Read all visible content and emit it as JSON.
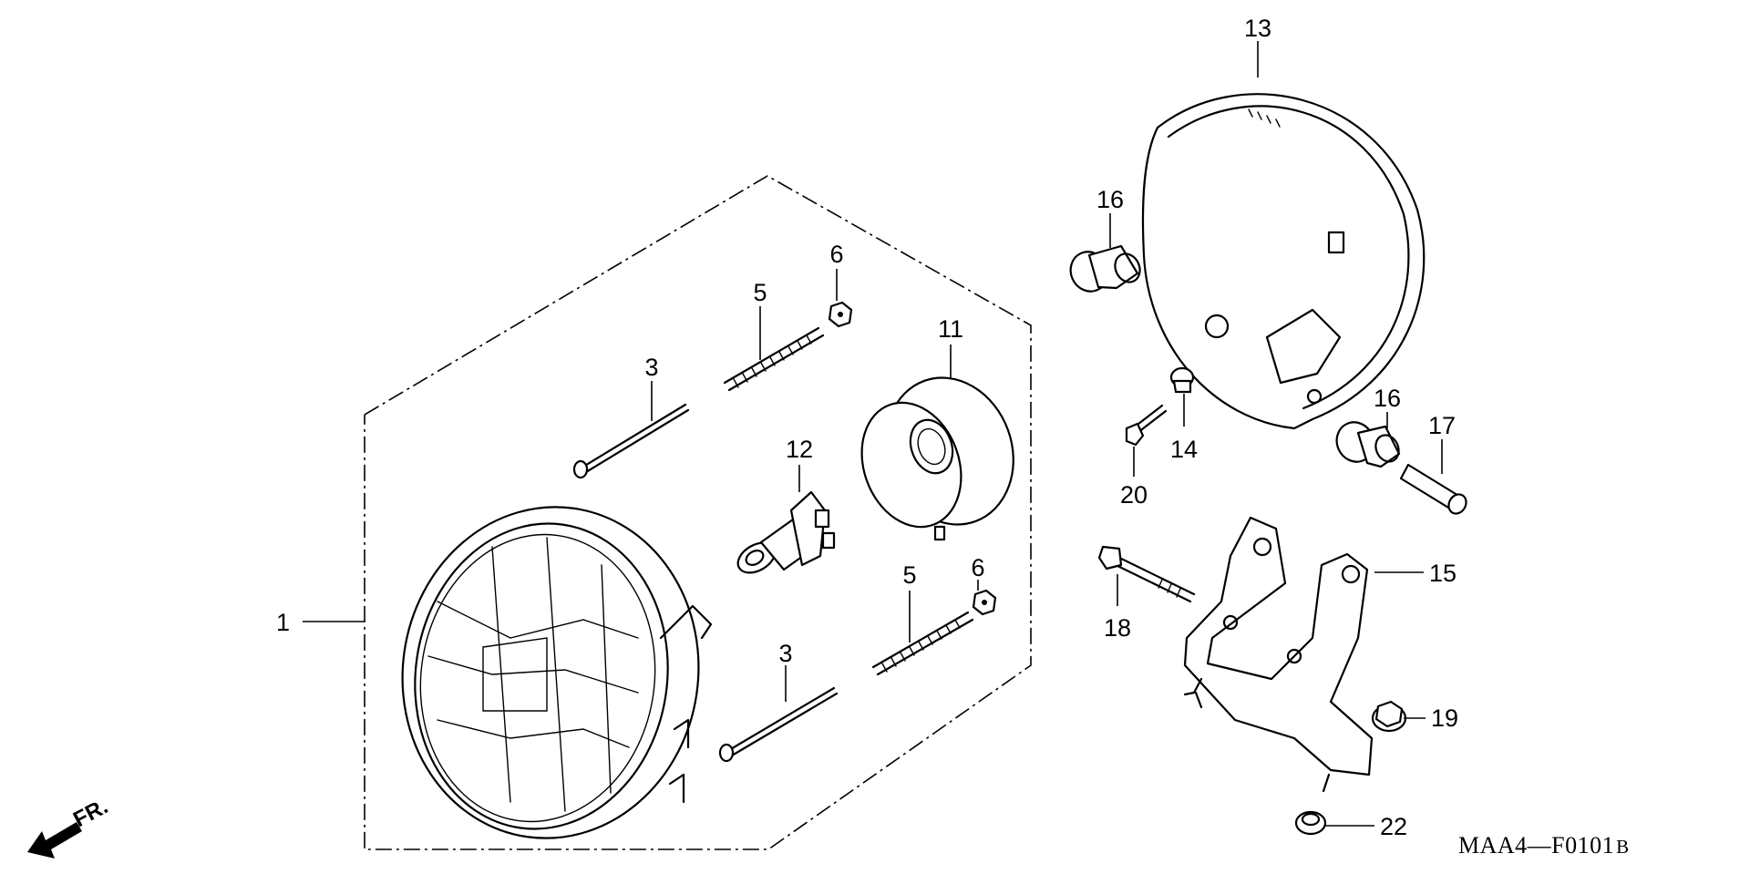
{
  "parts": [
    {
      "id": "p1",
      "label": "1",
      "name": "headlight-unit"
    },
    {
      "id": "p3a",
      "label": "3",
      "name": "adjust-screw-upper"
    },
    {
      "id": "p3b",
      "label": "3",
      "name": "adjust-screw-lower"
    },
    {
      "id": "p5a",
      "label": "5",
      "name": "spring-upper"
    },
    {
      "id": "p5b",
      "label": "5",
      "name": "spring-lower"
    },
    {
      "id": "p6a",
      "label": "6",
      "name": "nut-upper"
    },
    {
      "id": "p6b",
      "label": "6",
      "name": "nut-lower"
    },
    {
      "id": "p11",
      "label": "11",
      "name": "bulb-cover"
    },
    {
      "id": "p12",
      "label": "12",
      "name": "bulb"
    },
    {
      "id": "p13",
      "label": "13",
      "name": "headlight-case"
    },
    {
      "id": "p14",
      "label": "14",
      "name": "bolt"
    },
    {
      "id": "p15",
      "label": "15",
      "name": "headlight-stay"
    },
    {
      "id": "p16a",
      "label": "16",
      "name": "collar-upper"
    },
    {
      "id": "p16b",
      "label": "16",
      "name": "collar-lower"
    },
    {
      "id": "p17",
      "label": "17",
      "name": "collar-pipe"
    },
    {
      "id": "p18",
      "label": "18",
      "name": "stud-bolt"
    },
    {
      "id": "p19",
      "label": "19",
      "name": "flange-nut"
    },
    {
      "id": "p20",
      "label": "20",
      "name": "screw"
    },
    {
      "id": "p22",
      "label": "22",
      "name": "cap-nut"
    }
  ],
  "direction_label": "FR.",
  "diagram_code": "MAA4—F0101",
  "diagram_code_suffix": "B"
}
